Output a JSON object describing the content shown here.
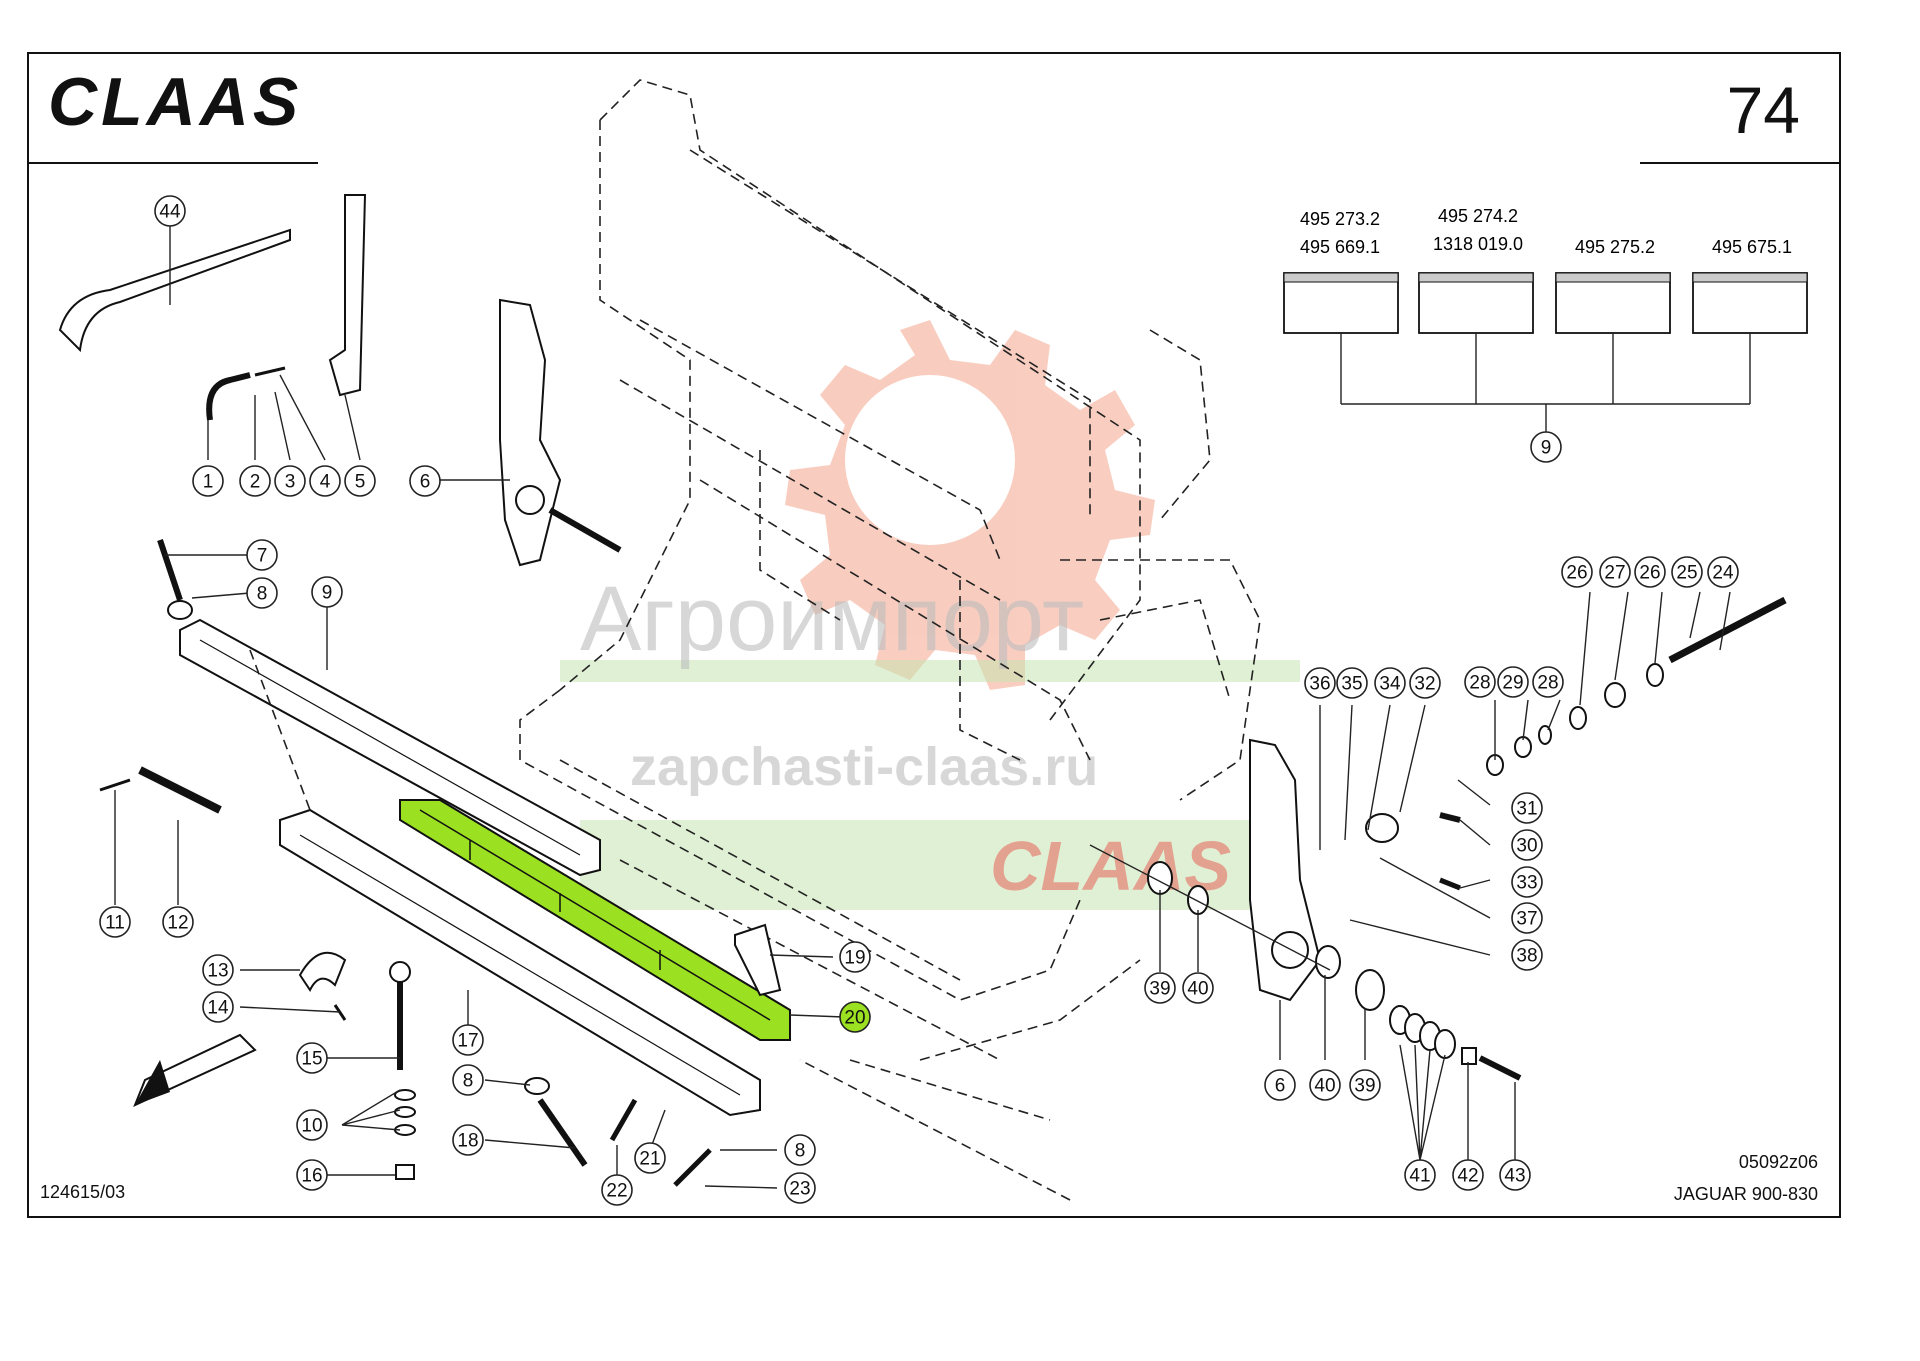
{
  "brand": "CLAAS",
  "page_number": "74",
  "drawing_number": "124615/03",
  "drawing_code": "05092z06",
  "model": "JAGUAR 900-830",
  "watermark": {
    "title": "Агроимпорт",
    "url": "zapchasti-claas.ru",
    "logo_text": "CLAAS"
  },
  "part_variants": [
    {
      "codes": [
        "495 273.2",
        "495 669.1"
      ]
    },
    {
      "codes": [
        "495 274.2",
        "1318 019.0"
      ]
    },
    {
      "codes": [
        "495 275.2"
      ]
    },
    {
      "codes": [
        "495 675.1"
      ]
    }
  ],
  "variant_group_callout": "9",
  "highlighted_callout": "20",
  "callouts": [
    "44",
    "1",
    "2",
    "3",
    "4",
    "5",
    "6",
    "7",
    "8",
    "9",
    "11",
    "12",
    "13",
    "14",
    "15",
    "10",
    "16",
    "17",
    "8",
    "18",
    "21",
    "22",
    "8",
    "23",
    "19",
    "20",
    "36",
    "35",
    "34",
    "32",
    "31",
    "30",
    "33",
    "37",
    "38",
    "39",
    "40",
    "6",
    "40",
    "39",
    "41",
    "42",
    "43",
    "28",
    "29",
    "28",
    "26",
    "27",
    "26",
    "25",
    "24"
  ],
  "colors": {
    "highlight": "#9be021",
    "watermark_gear": "#f4a58c",
    "watermark_logo": "#e8453c",
    "watermark_stripe": "#c7e4b0"
  }
}
